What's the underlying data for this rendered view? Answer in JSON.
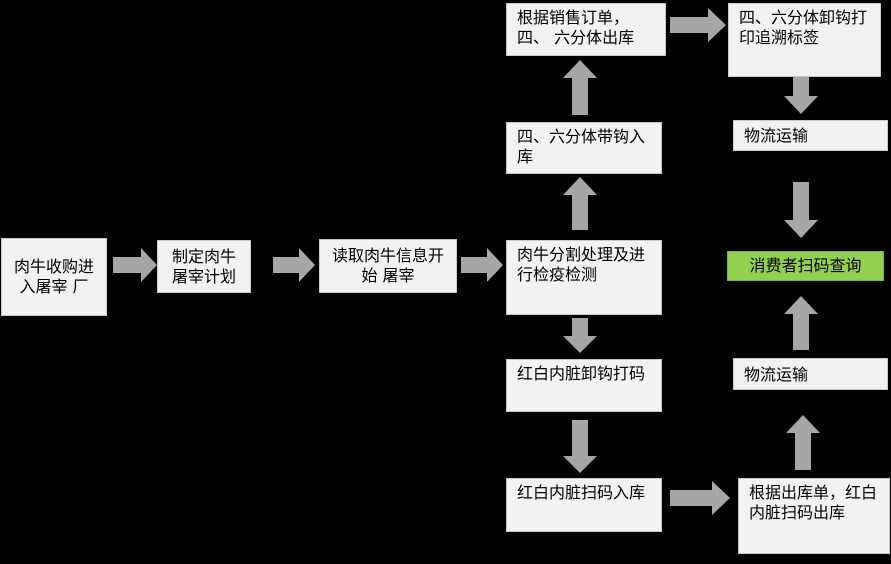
{
  "nodes": {
    "n1": "肉牛收购进入屠宰 厂",
    "n2": "制定肉牛屠宰计划",
    "n3": "读取肉牛信息开始 屠宰",
    "n4": "肉牛分割处理及进 行检疫检测",
    "n5": "四、六分体带钩入 库",
    "n6": "根据销售订单，四、 六分体出库",
    "n7": "四、六分体卸钩打 印追溯标签",
    "n8": "物流运输",
    "n9": "消费者扫码查询",
    "n10": "物流运输",
    "n11": "红白内脏卸钩打码",
    "n12": "红白内脏扫码入库",
    "n13": "根据出库单，红白 内脏扫码出库"
  },
  "colors": {
    "background": "#000000",
    "box": "#f2f2f2",
    "highlight": "#92d050",
    "arrow": "#a6a6a6"
  }
}
